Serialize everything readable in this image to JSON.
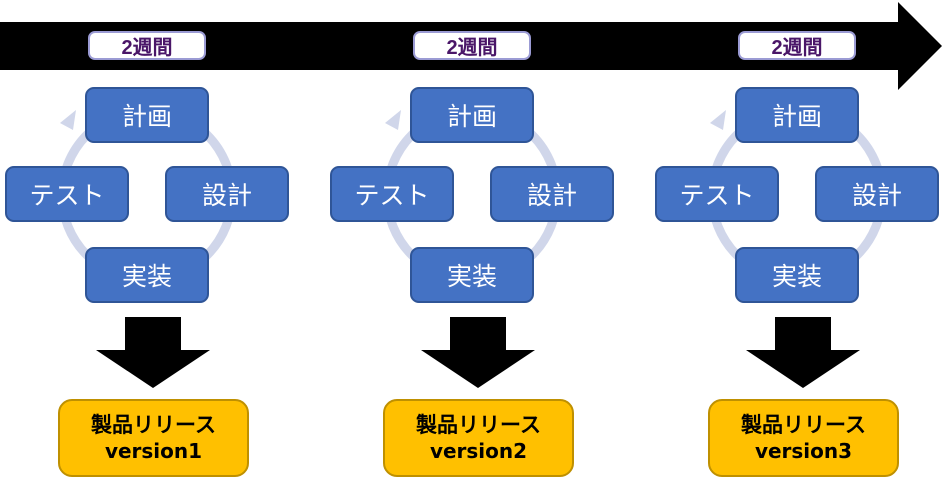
{
  "iterations": [
    {
      "duration": "2週間",
      "steps": {
        "plan": "計画",
        "design": "設計",
        "implement": "実装",
        "test": "テスト"
      },
      "release": {
        "line1": "製品リリース",
        "line2": "version1"
      }
    },
    {
      "duration": "2週間",
      "steps": {
        "plan": "計画",
        "design": "設計",
        "implement": "実装",
        "test": "テスト"
      },
      "release": {
        "line1": "製品リリース",
        "line2": "version2"
      }
    },
    {
      "duration": "2週間",
      "steps": {
        "plan": "計画",
        "design": "設計",
        "implement": "実装",
        "test": "テスト"
      },
      "release": {
        "line1": "製品リリース",
        "line2": "version3"
      }
    }
  ],
  "colors": {
    "step_fill": "#4472c4",
    "step_border": "#2f5597",
    "release_fill": "#ffc000",
    "duration_text": "#4a1668",
    "ring": "#d0d6ea",
    "timeline": "#000000"
  }
}
